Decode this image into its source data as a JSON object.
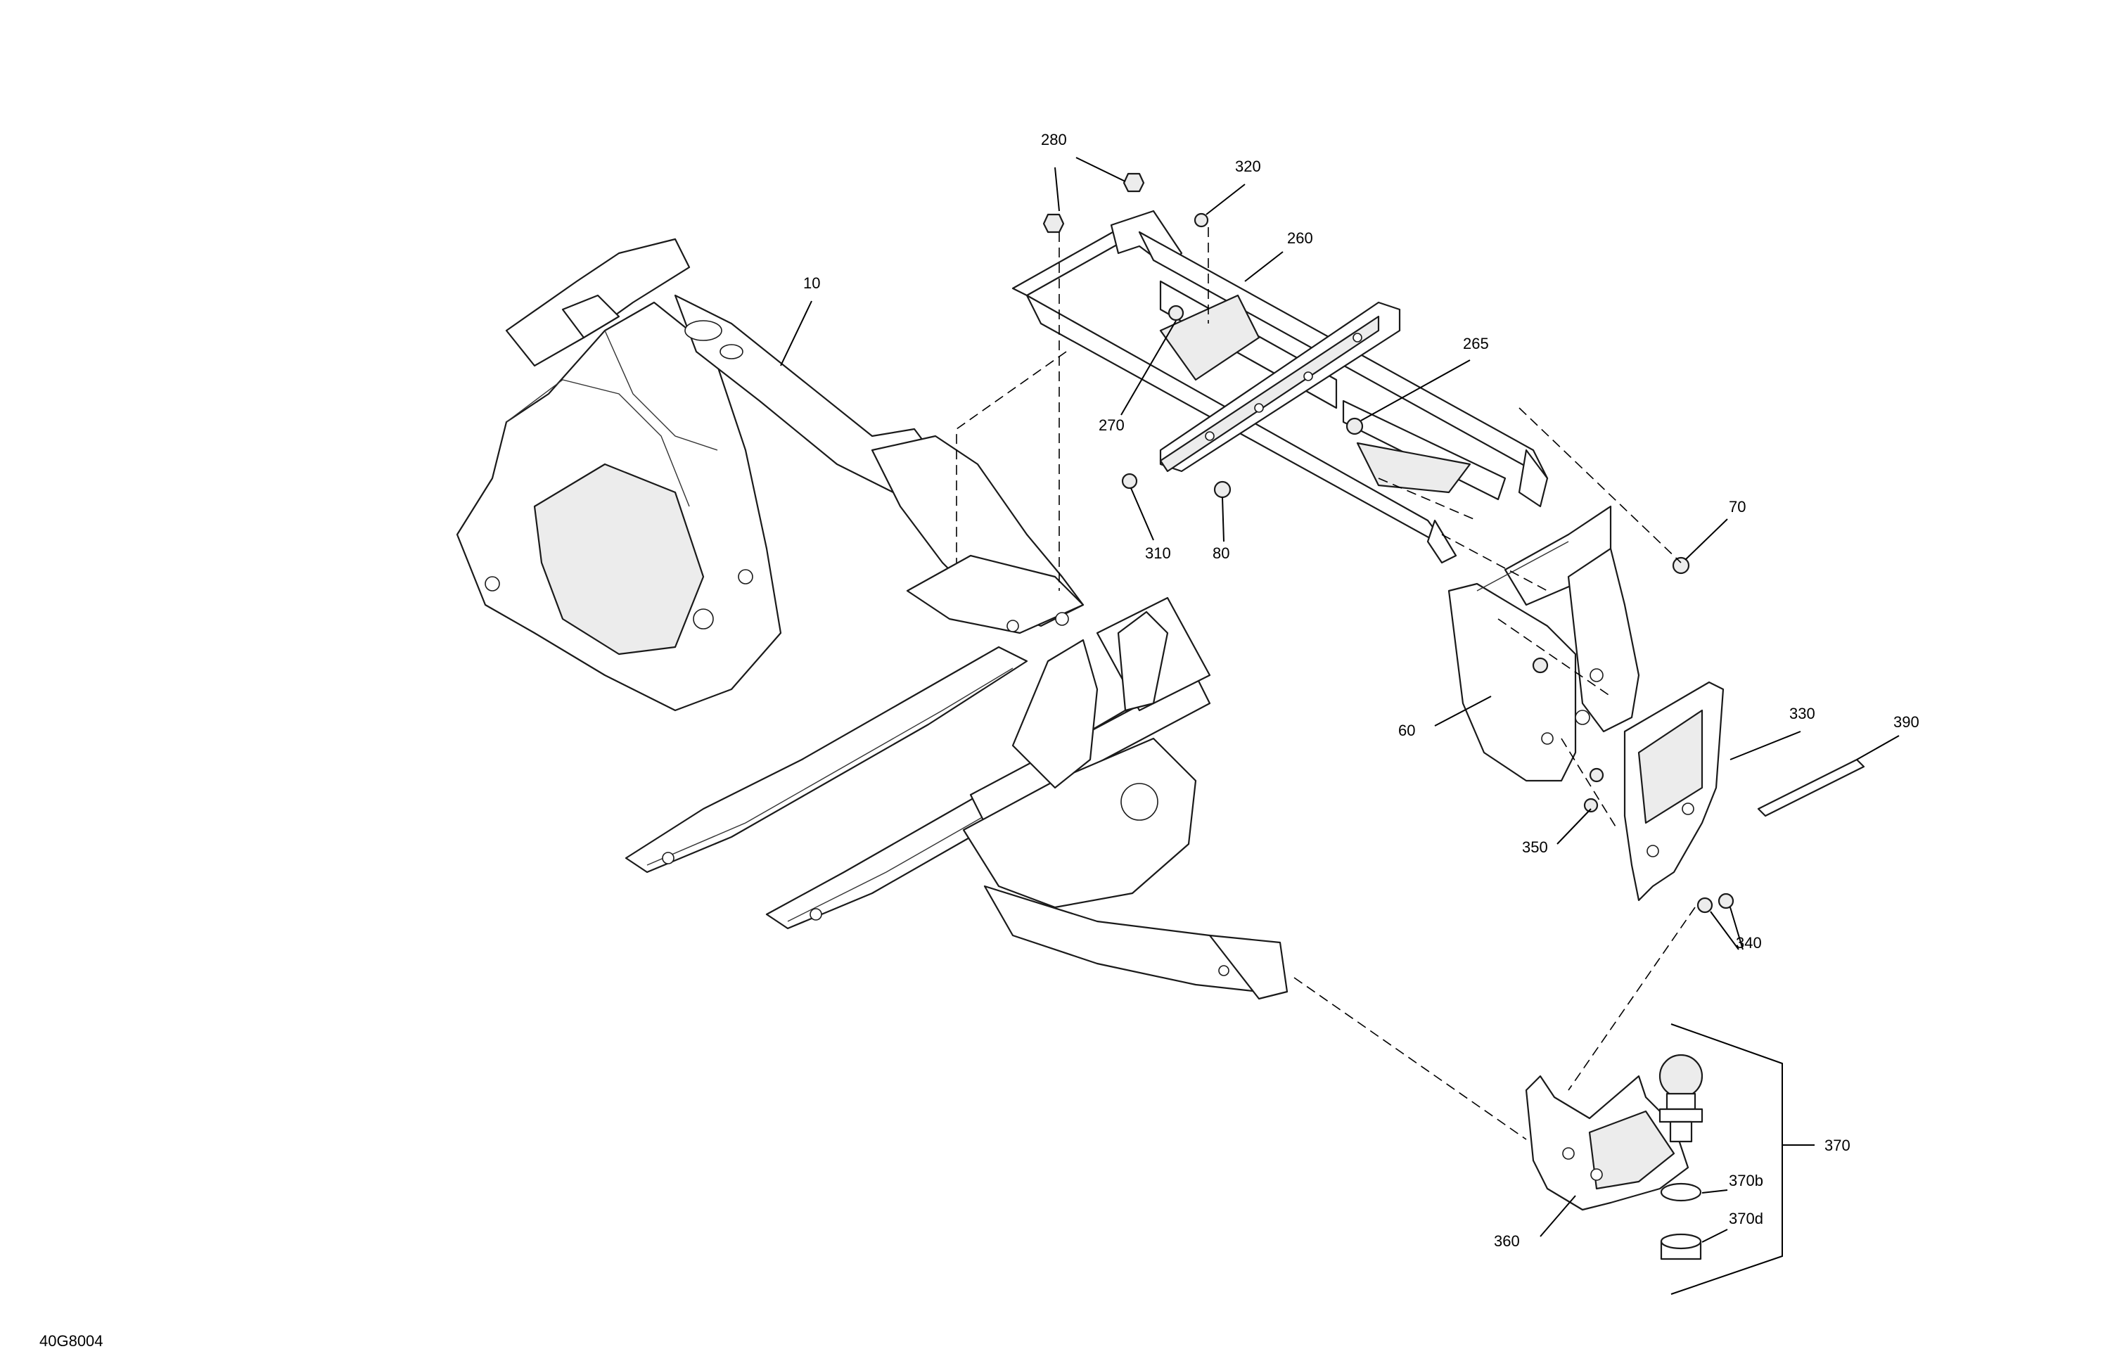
{
  "drawing_code": "40G8004",
  "callouts": {
    "c10": "10",
    "c60": "60",
    "c70": "70",
    "c80": "80",
    "c260": "260",
    "c265": "265",
    "c270": "270",
    "c280": "280",
    "c310": "310",
    "c320": "320",
    "c330": "330",
    "c340": "340",
    "c350": "350",
    "c360": "360",
    "c370": "370",
    "c370b": "370b",
    "c370d": "370d",
    "c390": "390"
  }
}
